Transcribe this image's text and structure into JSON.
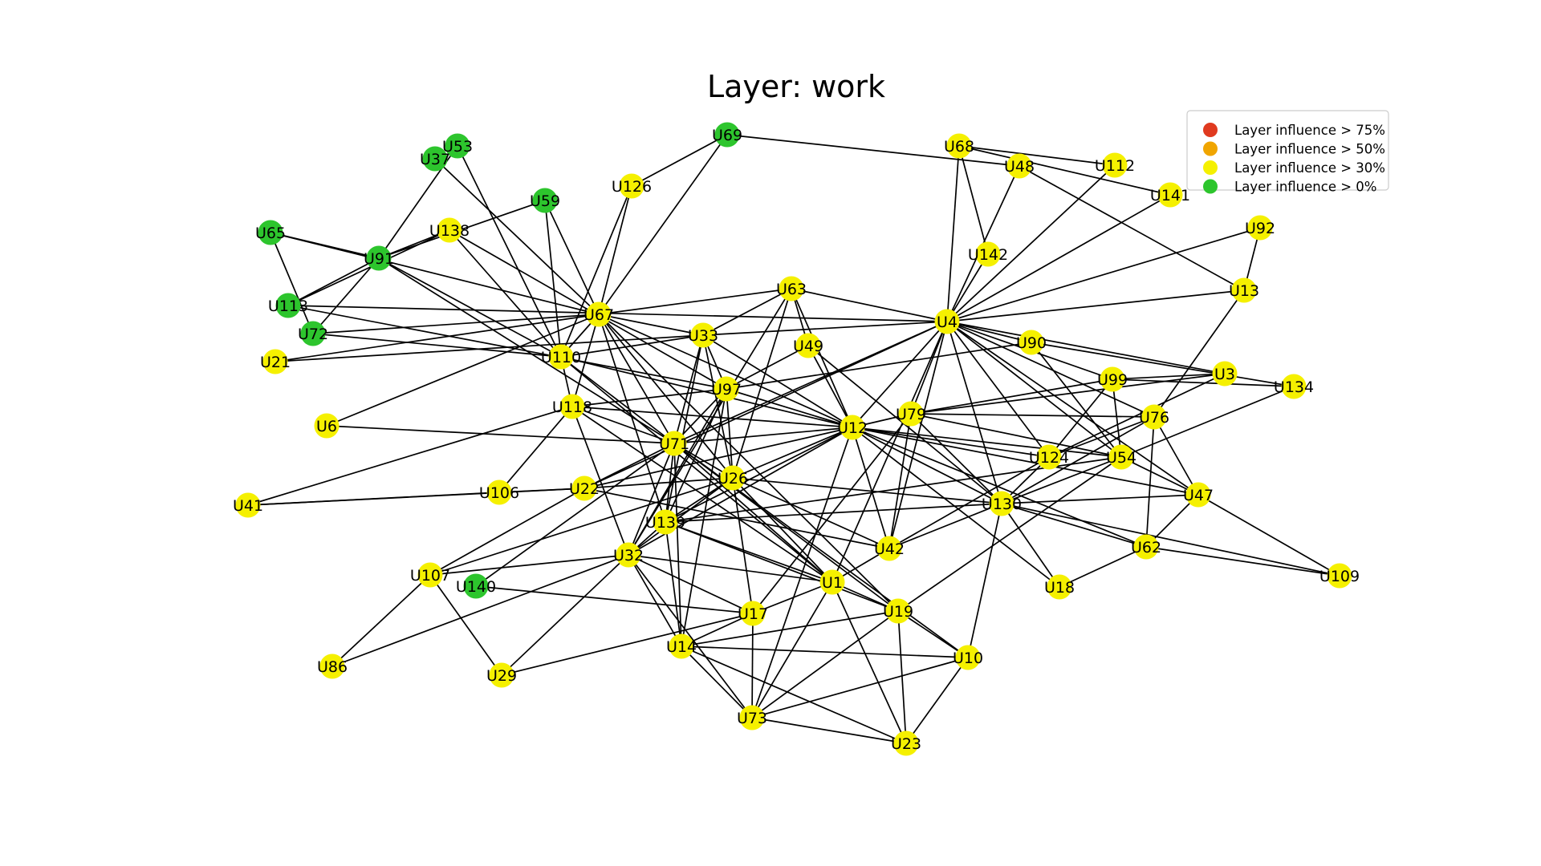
{
  "title": "Layer: work",
  "colors": {
    "red": "#e03a1f",
    "orange": "#f0a500",
    "yellow": "#f5f000",
    "green": "#2dc52d",
    "edge": "#000000"
  },
  "legend": {
    "placement": "top-right",
    "items": [
      {
        "label": "Layer influence > 75%",
        "color": "red"
      },
      {
        "label": "Layer influence > 50%",
        "color": "orange"
      },
      {
        "label": "Layer influence > 30%",
        "color": "yellow"
      },
      {
        "label": "Layer influence > 0%",
        "color": "green"
      }
    ]
  },
  "nodes": [
    {
      "id": "U53",
      "color": "green"
    },
    {
      "id": "U37",
      "color": "green"
    },
    {
      "id": "U69",
      "color": "green"
    },
    {
      "id": "U68",
      "color": "yellow"
    },
    {
      "id": "U48",
      "color": "yellow"
    },
    {
      "id": "U112",
      "color": "yellow"
    },
    {
      "id": "U141",
      "color": "yellow"
    },
    {
      "id": "U126",
      "color": "yellow"
    },
    {
      "id": "U59",
      "color": "green"
    },
    {
      "id": "U138",
      "color": "yellow"
    },
    {
      "id": "U65",
      "color": "green"
    },
    {
      "id": "U91",
      "color": "green"
    },
    {
      "id": "U142",
      "color": "yellow"
    },
    {
      "id": "U92",
      "color": "yellow"
    },
    {
      "id": "U63",
      "color": "yellow"
    },
    {
      "id": "U13",
      "color": "yellow"
    },
    {
      "id": "U113",
      "color": "green"
    },
    {
      "id": "U67",
      "color": "yellow"
    },
    {
      "id": "U4",
      "color": "yellow"
    },
    {
      "id": "U72",
      "color": "green"
    },
    {
      "id": "U33",
      "color": "yellow"
    },
    {
      "id": "U90",
      "color": "yellow"
    },
    {
      "id": "U49",
      "color": "yellow"
    },
    {
      "id": "U21",
      "color": "yellow"
    },
    {
      "id": "U110",
      "color": "yellow"
    },
    {
      "id": "U3",
      "color": "yellow"
    },
    {
      "id": "U99",
      "color": "yellow"
    },
    {
      "id": "U134",
      "color": "yellow"
    },
    {
      "id": "U97",
      "color": "yellow"
    },
    {
      "id": "U118",
      "color": "yellow"
    },
    {
      "id": "U79",
      "color": "yellow"
    },
    {
      "id": "U76",
      "color": "yellow"
    },
    {
      "id": "U6",
      "color": "yellow"
    },
    {
      "id": "U12",
      "color": "yellow"
    },
    {
      "id": "U71",
      "color": "yellow"
    },
    {
      "id": "U124",
      "color": "yellow"
    },
    {
      "id": "U54",
      "color": "yellow"
    },
    {
      "id": "U26",
      "color": "yellow"
    },
    {
      "id": "U22",
      "color": "yellow"
    },
    {
      "id": "U106",
      "color": "yellow"
    },
    {
      "id": "U47",
      "color": "yellow"
    },
    {
      "id": "U41",
      "color": "yellow"
    },
    {
      "id": "U130",
      "color": "yellow"
    },
    {
      "id": "U139",
      "color": "yellow"
    },
    {
      "id": "U42",
      "color": "yellow"
    },
    {
      "id": "U62",
      "color": "yellow"
    },
    {
      "id": "U32",
      "color": "yellow"
    },
    {
      "id": "U107",
      "color": "yellow"
    },
    {
      "id": "U109",
      "color": "yellow"
    },
    {
      "id": "U140",
      "color": "green"
    },
    {
      "id": "U1",
      "color": "yellow"
    },
    {
      "id": "U18",
      "color": "yellow"
    },
    {
      "id": "U19",
      "color": "yellow"
    },
    {
      "id": "U17",
      "color": "yellow"
    },
    {
      "id": "U14",
      "color": "yellow"
    },
    {
      "id": "U10",
      "color": "yellow"
    },
    {
      "id": "U86",
      "color": "yellow"
    },
    {
      "id": "U29",
      "color": "yellow"
    },
    {
      "id": "U73",
      "color": "yellow"
    },
    {
      "id": "U23",
      "color": "yellow"
    }
  ],
  "edges": [
    [
      "U69",
      "U48"
    ],
    [
      "U69",
      "U126"
    ],
    [
      "U69",
      "U67"
    ],
    [
      "U68",
      "U4"
    ],
    [
      "U68",
      "U142"
    ],
    [
      "U68",
      "U112"
    ],
    [
      "U68",
      "U141"
    ],
    [
      "U48",
      "U4"
    ],
    [
      "U48",
      "U13"
    ],
    [
      "U112",
      "U4"
    ],
    [
      "U141",
      "U4"
    ],
    [
      "U92",
      "U4"
    ],
    [
      "U92",
      "U13"
    ],
    [
      "U142",
      "U4"
    ],
    [
      "U13",
      "U4"
    ],
    [
      "U13",
      "U76"
    ],
    [
      "U126",
      "U67"
    ],
    [
      "U126",
      "U110"
    ],
    [
      "U59",
      "U67"
    ],
    [
      "U59",
      "U110"
    ],
    [
      "U59",
      "U91"
    ],
    [
      "U53",
      "U110"
    ],
    [
      "U53",
      "U91"
    ],
    [
      "U37",
      "U67"
    ],
    [
      "U138",
      "U91"
    ],
    [
      "U138",
      "U113"
    ],
    [
      "U138",
      "U110"
    ],
    [
      "U138",
      "U97"
    ],
    [
      "U65",
      "U67"
    ],
    [
      "U65",
      "U91"
    ],
    [
      "U65",
      "U72"
    ],
    [
      "U91",
      "U113"
    ],
    [
      "U91",
      "U72"
    ],
    [
      "U91",
      "U71"
    ],
    [
      "U91",
      "U110"
    ],
    [
      "U113",
      "U4"
    ],
    [
      "U113",
      "U97"
    ],
    [
      "U72",
      "U67"
    ],
    [
      "U72",
      "U110"
    ],
    [
      "U21",
      "U67"
    ],
    [
      "U21",
      "U33"
    ],
    [
      "U67",
      "U63"
    ],
    [
      "U67",
      "U33"
    ],
    [
      "U67",
      "U110"
    ],
    [
      "U67",
      "U118"
    ],
    [
      "U67",
      "U71"
    ],
    [
      "U67",
      "U26"
    ],
    [
      "U67",
      "U12"
    ],
    [
      "U67",
      "U139"
    ],
    [
      "U67",
      "U19"
    ],
    [
      "U67",
      "U6"
    ],
    [
      "U63",
      "U4"
    ],
    [
      "U63",
      "U49"
    ],
    [
      "U63",
      "U26"
    ],
    [
      "U63",
      "U32"
    ],
    [
      "U63",
      "U12"
    ],
    [
      "U63",
      "U33"
    ],
    [
      "U4",
      "U33"
    ],
    [
      "U4",
      "U90"
    ],
    [
      "U4",
      "U99"
    ],
    [
      "U4",
      "U54"
    ],
    [
      "U4",
      "U124"
    ],
    [
      "U4",
      "U130"
    ],
    [
      "U4",
      "U76"
    ],
    [
      "U4",
      "U79"
    ],
    [
      "U4",
      "U12"
    ],
    [
      "U4",
      "U71"
    ],
    [
      "U4",
      "U22"
    ],
    [
      "U4",
      "U42"
    ],
    [
      "U4",
      "U3"
    ],
    [
      "U4",
      "U1"
    ],
    [
      "U4",
      "U47"
    ],
    [
      "U33",
      "U110"
    ],
    [
      "U33",
      "U97"
    ],
    [
      "U33",
      "U71"
    ],
    [
      "U33",
      "U26"
    ],
    [
      "U33",
      "U12"
    ],
    [
      "U33",
      "U139"
    ],
    [
      "U90",
      "U97"
    ],
    [
      "U90",
      "U54"
    ],
    [
      "U90",
      "U134"
    ],
    [
      "U49",
      "U12"
    ],
    [
      "U49",
      "U97"
    ],
    [
      "U49",
      "U130"
    ],
    [
      "U110",
      "U118"
    ],
    [
      "U110",
      "U71"
    ],
    [
      "U110",
      "U12"
    ],
    [
      "U110",
      "U1"
    ],
    [
      "U3",
      "U99"
    ],
    [
      "U3",
      "U79"
    ],
    [
      "U3",
      "U124"
    ],
    [
      "U99",
      "U79"
    ],
    [
      "U99",
      "U134"
    ],
    [
      "U99",
      "U54"
    ],
    [
      "U99",
      "U124"
    ],
    [
      "U97",
      "U118"
    ],
    [
      "U97",
      "U71"
    ],
    [
      "U97",
      "U26"
    ],
    [
      "U97",
      "U12"
    ],
    [
      "U97",
      "U139"
    ],
    [
      "U97",
      "U32"
    ],
    [
      "U97",
      "U14"
    ],
    [
      "U118",
      "U71"
    ],
    [
      "U118",
      "U12"
    ],
    [
      "U118",
      "U106"
    ],
    [
      "U118",
      "U41"
    ],
    [
      "U118",
      "U32"
    ],
    [
      "U118",
      "U1"
    ],
    [
      "U79",
      "U12"
    ],
    [
      "U79",
      "U76"
    ],
    [
      "U79",
      "U54"
    ],
    [
      "U79",
      "U130"
    ],
    [
      "U79",
      "U42"
    ],
    [
      "U79",
      "U17"
    ],
    [
      "U76",
      "U130"
    ],
    [
      "U76",
      "U62"
    ],
    [
      "U76",
      "U47"
    ],
    [
      "U76",
      "U124"
    ],
    [
      "U6",
      "U71"
    ],
    [
      "U12",
      "U71"
    ],
    [
      "U12",
      "U124"
    ],
    [
      "U12",
      "U54"
    ],
    [
      "U12",
      "U26"
    ],
    [
      "U12",
      "U22"
    ],
    [
      "U12",
      "U130"
    ],
    [
      "U12",
      "U139"
    ],
    [
      "U12",
      "U42"
    ],
    [
      "U12",
      "U18"
    ],
    [
      "U12",
      "U32"
    ],
    [
      "U12",
      "U73"
    ],
    [
      "U12",
      "U62"
    ],
    [
      "U12",
      "U47"
    ],
    [
      "U71",
      "U26"
    ],
    [
      "U71",
      "U22"
    ],
    [
      "U71",
      "U139"
    ],
    [
      "U71",
      "U32"
    ],
    [
      "U71",
      "U14"
    ],
    [
      "U71",
      "U1"
    ],
    [
      "U71",
      "U19"
    ],
    [
      "U71",
      "U10"
    ],
    [
      "U71",
      "U140"
    ],
    [
      "U124",
      "U130"
    ],
    [
      "U124",
      "U42"
    ],
    [
      "U54",
      "U130"
    ],
    [
      "U54",
      "U47"
    ],
    [
      "U54",
      "U134"
    ],
    [
      "U54",
      "U19"
    ],
    [
      "U54",
      "U139"
    ],
    [
      "U26",
      "U22"
    ],
    [
      "U26",
      "U130"
    ],
    [
      "U26",
      "U139"
    ],
    [
      "U26",
      "U32"
    ],
    [
      "U26",
      "U1"
    ],
    [
      "U26",
      "U42"
    ],
    [
      "U26",
      "U17"
    ],
    [
      "U26",
      "U107"
    ],
    [
      "U22",
      "U106"
    ],
    [
      "U22",
      "U41"
    ],
    [
      "U22",
      "U42"
    ],
    [
      "U22",
      "U107"
    ],
    [
      "U106",
      "U41"
    ],
    [
      "U47",
      "U130"
    ],
    [
      "U47",
      "U62"
    ],
    [
      "U47",
      "U109"
    ],
    [
      "U130",
      "U139"
    ],
    [
      "U130",
      "U18"
    ],
    [
      "U130",
      "U109"
    ],
    [
      "U130",
      "U10"
    ],
    [
      "U130",
      "U42"
    ],
    [
      "U130",
      "U62"
    ],
    [
      "U139",
      "U1"
    ],
    [
      "U139",
      "U19"
    ],
    [
      "U139",
      "U14"
    ],
    [
      "U139",
      "U32"
    ],
    [
      "U42",
      "U1"
    ],
    [
      "U62",
      "U18"
    ],
    [
      "U62",
      "U109"
    ],
    [
      "U32",
      "U107"
    ],
    [
      "U32",
      "U1"
    ],
    [
      "U32",
      "U17"
    ],
    [
      "U32",
      "U14"
    ],
    [
      "U32",
      "U29"
    ],
    [
      "U32",
      "U86"
    ],
    [
      "U32",
      "U73"
    ],
    [
      "U107",
      "U29"
    ],
    [
      "U107",
      "U86"
    ],
    [
      "U140",
      "U17"
    ],
    [
      "U1",
      "U19"
    ],
    [
      "U1",
      "U17"
    ],
    [
      "U1",
      "U73"
    ],
    [
      "U1",
      "U23"
    ],
    [
      "U19",
      "U10"
    ],
    [
      "U19",
      "U14"
    ],
    [
      "U19",
      "U23"
    ],
    [
      "U19",
      "U73"
    ],
    [
      "U17",
      "U29"
    ],
    [
      "U17",
      "U73"
    ],
    [
      "U17",
      "U14"
    ],
    [
      "U14",
      "U10"
    ],
    [
      "U14",
      "U73"
    ],
    [
      "U14",
      "U23"
    ],
    [
      "U10",
      "U73"
    ],
    [
      "U10",
      "U23"
    ],
    [
      "U73",
      "U23"
    ]
  ]
}
